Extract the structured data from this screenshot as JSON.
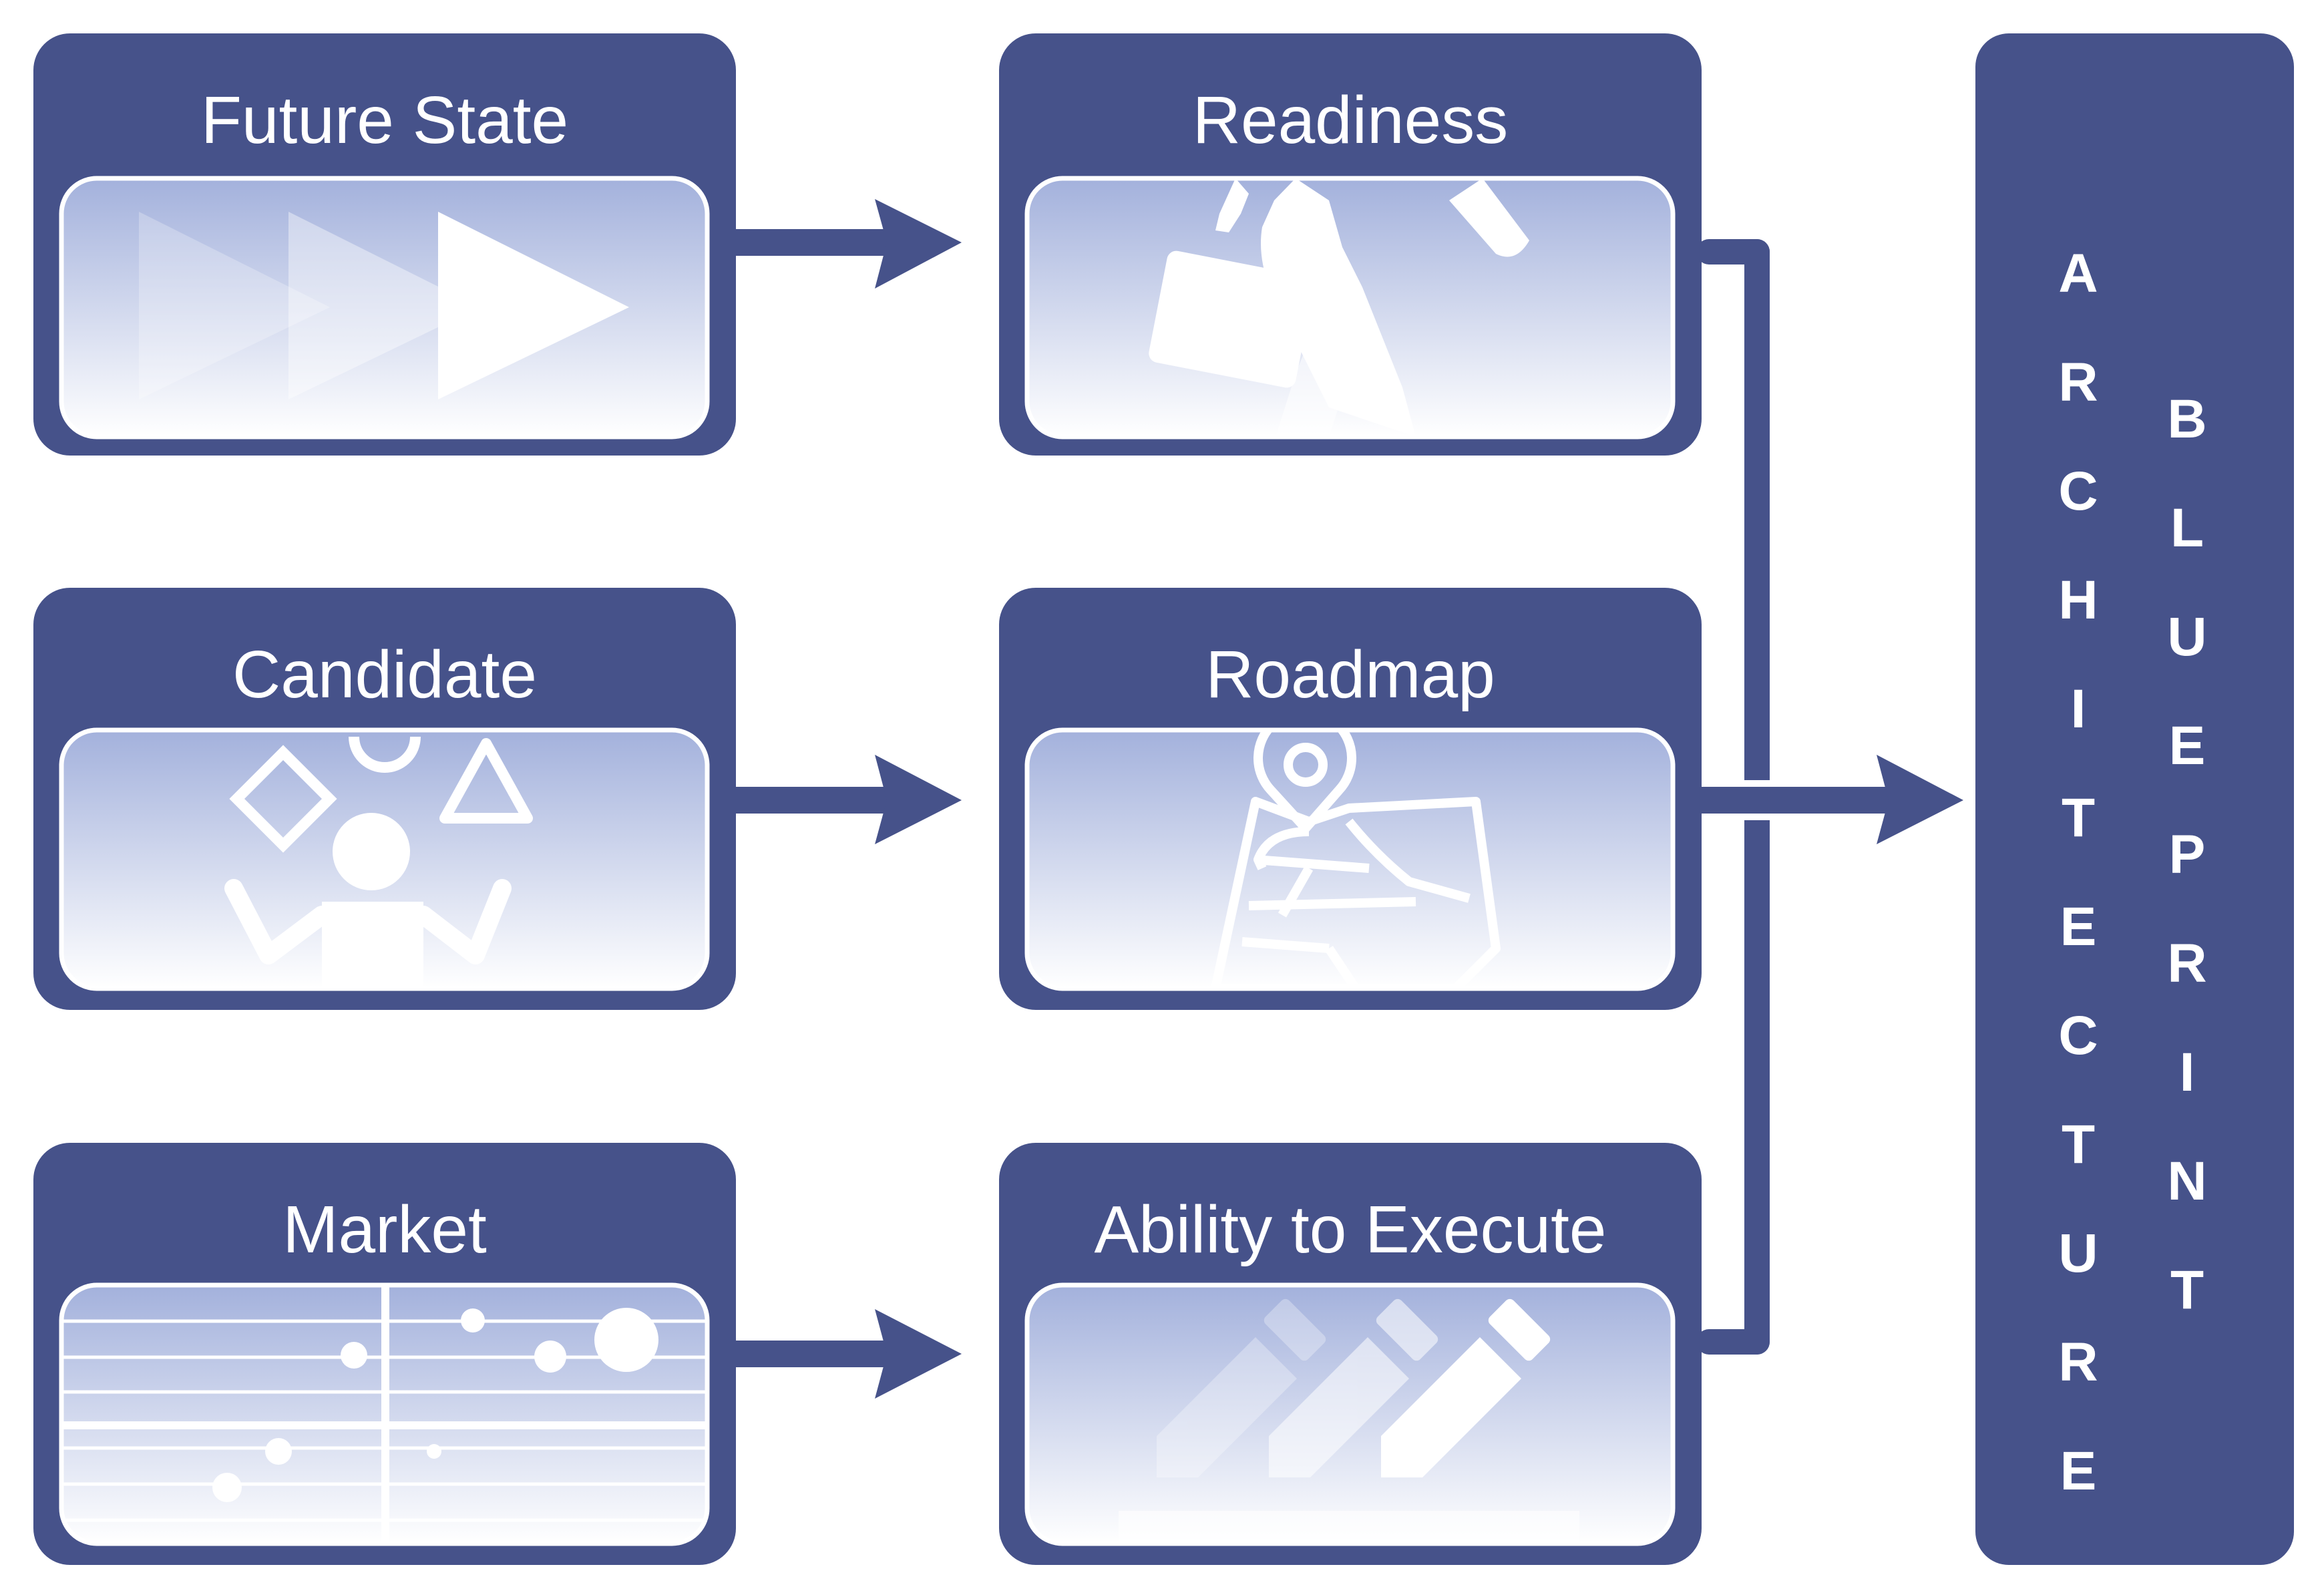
{
  "colors": {
    "navy": "#46528A",
    "panel_top": "#A3B1DC",
    "panel_bottom": "#FFFFFF",
    "background": "#FFFFFF"
  },
  "boxes": {
    "future_state": {
      "title": "Future State",
      "icon": "fast-forward-icon"
    },
    "candidate": {
      "title": "Candidate",
      "icon": "juggling-person-icon"
    },
    "market": {
      "title": "Market",
      "icon": "bubble-chart-icon"
    },
    "readiness": {
      "title": "Readiness",
      "icon": "walking-person-briefcase-icon"
    },
    "roadmap": {
      "title": "Roadmap",
      "icon": "map-pin-icon"
    },
    "ability_to_execute": {
      "title": "Ability to Execute",
      "icon": "pencils-icon"
    }
  },
  "outcome_bar": {
    "word1": [
      "A",
      "R",
      "C",
      "H",
      "I",
      "T",
      "E",
      "C",
      "T",
      "U",
      "R",
      "E"
    ],
    "word2": [
      "B",
      "L",
      "U",
      "E",
      "P",
      "R",
      "I",
      "N",
      "T"
    ]
  }
}
